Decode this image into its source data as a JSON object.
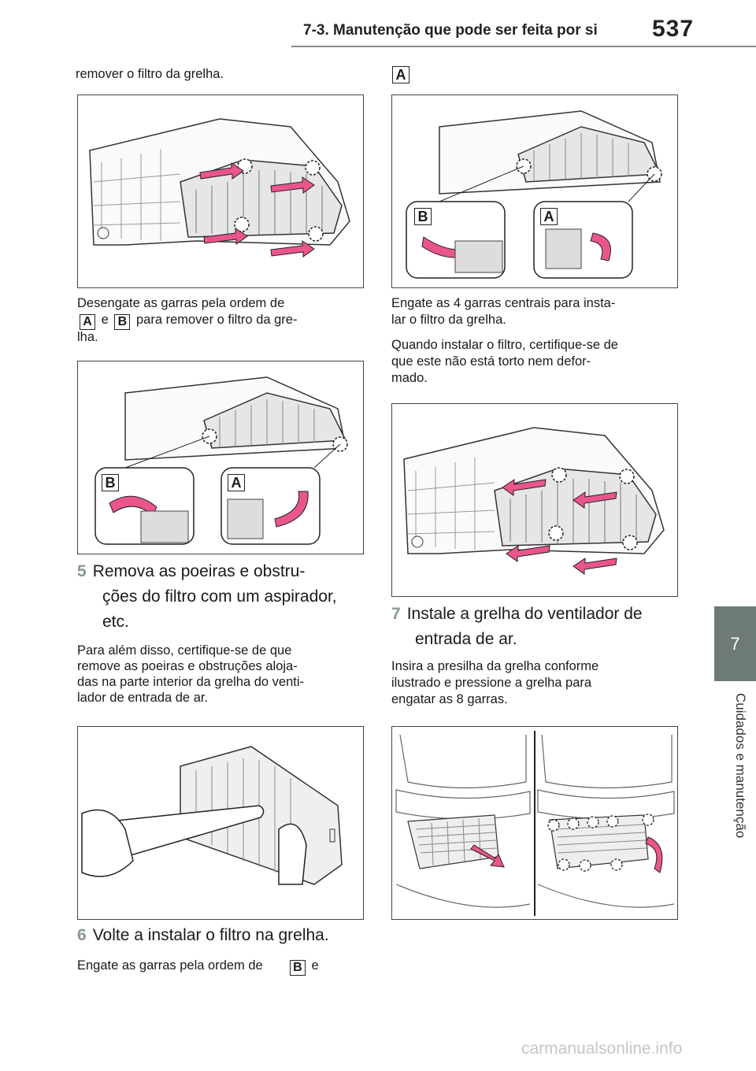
{
  "header": {
    "title": "7-3. Manutenção que pode ser feita por si",
    "page_number": "537"
  },
  "side": {
    "chapter_number": "7",
    "chapter_title": "Cuidados e manutenção"
  },
  "left": {
    "intro": "remover o filtro da grelha.",
    "para1_a": "Desengate as garras pela ordem de",
    "para1_e": "e",
    "para1_b": "para remover o filtro da gre-",
    "para1_c": "lha.",
    "step5_num": "5",
    "step5_line1": "Remova as poeiras e obstru-",
    "step5_line2": "ções do filtro com um aspirador,",
    "step5_line3": "etc.",
    "para2_l1": "Para além disso, certifique-se de que",
    "para2_l2": "remove as poeiras e obstruções aloja-",
    "para2_l3": "das na parte interior da grelha do venti-",
    "para2_l4": "lador de entrada de ar.",
    "step6_num": "6",
    "step6_text": "Volte a instalar o filtro na grelha.",
    "para3_a": "Engate as garras pela ordem de",
    "para3_e": "e"
  },
  "right": {
    "tag_top": "A",
    "para1_l1": "Engate as 4 garras centrais para insta-",
    "para1_l2": "lar o filtro da grelha.",
    "para2_l1": "Quando instalar o filtro, certifique-se de",
    "para2_l2": "que este não está torto nem defor-",
    "para2_l3": "mado.",
    "step7_num": "7",
    "step7_line1": "Instale a grelha do ventilador de",
    "step7_line2": "entrada de ar.",
    "para3_l1": "Insira a presilha da grelha conforme",
    "para3_l2": "ilustrado e pressione a grelha para",
    "para3_l3": "engatar as 8 garras."
  },
  "tags": {
    "a": "A",
    "b": "B"
  },
  "watermark": "carmanualsonline.info"
}
